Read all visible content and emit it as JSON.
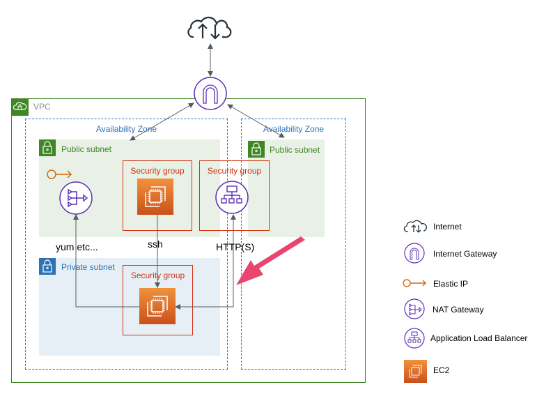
{
  "diagram": {
    "vpc_label": "VPC",
    "availability_zones": [
      {
        "label": "Availability Zone"
      },
      {
        "label": "Availability Zone"
      }
    ],
    "subnets": {
      "public_a": "Public subnet",
      "public_b": "Public subnet",
      "private_a": "Private subnet"
    },
    "security_groups": [
      {
        "label": "Security group",
        "contains": "EC2 (bastion)"
      },
      {
        "label": "Security group",
        "contains": "Application Load Balancer"
      },
      {
        "label": "Security group",
        "contains": "EC2 (private)"
      }
    ],
    "edge_labels": {
      "nat": "yum etc...",
      "ssh": "ssh",
      "http": "HTTP(S)"
    },
    "nodes": [
      "Internet",
      "Internet Gateway",
      "Elastic IP",
      "NAT Gateway",
      "EC2 (bastion)",
      "Application Load Balancer",
      "EC2 (private)"
    ],
    "edges": [
      {
        "from": "Internet",
        "to": "Internet Gateway",
        "bidirectional": true
      },
      {
        "from": "Internet Gateway",
        "to": "Public subnet (AZ1)",
        "bidirectional": true
      },
      {
        "from": "Internet Gateway",
        "to": "Public subnet (AZ2)",
        "bidirectional": true
      },
      {
        "from": "EC2 (private)",
        "to": "NAT Gateway",
        "label": "yum etc..."
      },
      {
        "from": "EC2 (bastion)",
        "to": "EC2 (private)",
        "label": "ssh"
      },
      {
        "from": "Application Load Balancer",
        "to": "EC2 (private)",
        "label": "HTTP(S)",
        "bidirectional": true
      }
    ],
    "colors": {
      "vpc": "#3f8624",
      "az": "#2e73b8",
      "security_group": "#d13212",
      "network_icon": "#5a30b5",
      "elastic_ip": "#d86613",
      "ec2": "#e8791f",
      "highlight_arrow": "#e8466f"
    }
  },
  "legend": {
    "items": [
      {
        "label": "Internet",
        "icon": "cloud-icon"
      },
      {
        "label": "Internet Gateway",
        "icon": "internet-gateway-icon"
      },
      {
        "label": "Elastic IP",
        "icon": "elastic-ip-icon"
      },
      {
        "label": "NAT Gateway",
        "icon": "nat-gateway-icon"
      },
      {
        "label": "Application Load Balancer",
        "icon": "load-balancer-icon"
      },
      {
        "label": "EC2",
        "icon": "ec2-icon"
      }
    ]
  }
}
